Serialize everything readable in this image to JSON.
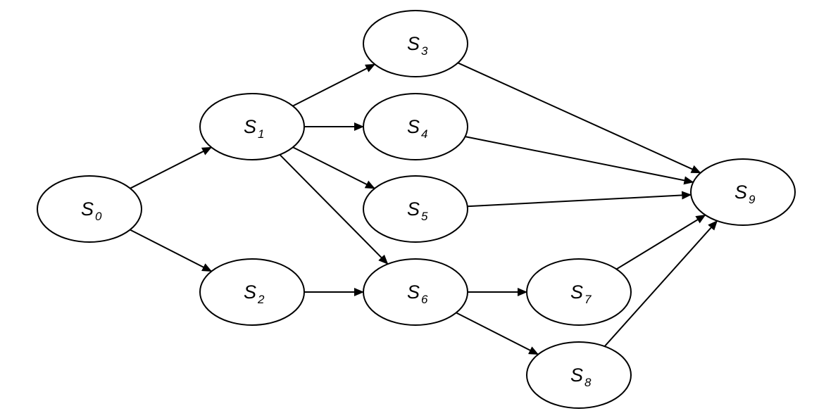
{
  "diagram": {
    "type": "directed-graph",
    "nodes": [
      {
        "id": "s0",
        "base": "S",
        "sub": "0"
      },
      {
        "id": "s1",
        "base": "S",
        "sub": "1"
      },
      {
        "id": "s2",
        "base": "S",
        "sub": "2"
      },
      {
        "id": "s3",
        "base": "S",
        "sub": "3"
      },
      {
        "id": "s4",
        "base": "S",
        "sub": "4"
      },
      {
        "id": "s5",
        "base": "S",
        "sub": "5"
      },
      {
        "id": "s6",
        "base": "S",
        "sub": "6"
      },
      {
        "id": "s7",
        "base": "S",
        "sub": "7"
      },
      {
        "id": "s8",
        "base": "S",
        "sub": "8"
      },
      {
        "id": "s9",
        "base": "S",
        "sub": "9"
      }
    ],
    "edges": [
      {
        "from": "s0",
        "to": "s1"
      },
      {
        "from": "s0",
        "to": "s2"
      },
      {
        "from": "s1",
        "to": "s3"
      },
      {
        "from": "s1",
        "to": "s4"
      },
      {
        "from": "s1",
        "to": "s5"
      },
      {
        "from": "s1",
        "to": "s6"
      },
      {
        "from": "s2",
        "to": "s6"
      },
      {
        "from": "s3",
        "to": "s9"
      },
      {
        "from": "s4",
        "to": "s9"
      },
      {
        "from": "s5",
        "to": "s9"
      },
      {
        "from": "s6",
        "to": "s7"
      },
      {
        "from": "s6",
        "to": "s8"
      },
      {
        "from": "s7",
        "to": "s9"
      },
      {
        "from": "s8",
        "to": "s9"
      }
    ],
    "colors": {
      "stroke": "#000000",
      "fill": "#ffffff",
      "background": "#ffffff"
    }
  }
}
